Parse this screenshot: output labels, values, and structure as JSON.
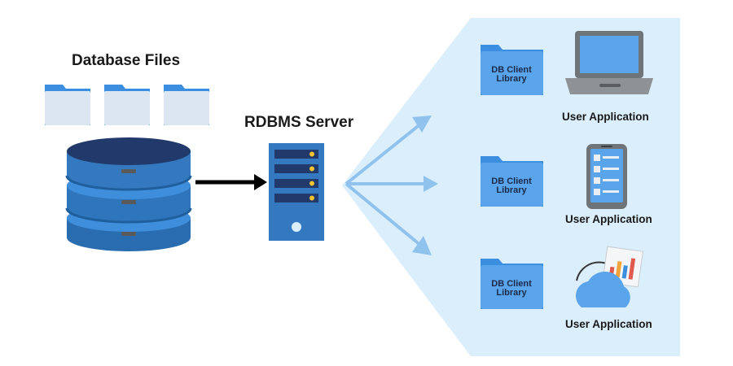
{
  "diagram": {
    "database_files_title": "Database Files",
    "server_title": "RDBMS Server",
    "clients": [
      {
        "library_line1": "DB Client",
        "library_line2": "Library",
        "app_label": "User Application",
        "app_icon": "laptop-icon"
      },
      {
        "library_line1": "DB Client",
        "library_line2": "Library",
        "app_label": "User Application",
        "app_icon": "smartphone-checklist-icon"
      },
      {
        "library_line1": "DB Client",
        "library_line2": "Library",
        "app_label": "User Application",
        "app_icon": "cloud-chart-icon"
      }
    ]
  },
  "colors": {
    "panel_bg": "#dbeefc",
    "primary_blue": "#3f8edb",
    "dark_blue": "#1f5f9e",
    "navy": "#213a6b",
    "arrow_light": "#8fc3ee",
    "folder_light": "#dce6f0",
    "folder_tab": "#3c8fe0"
  }
}
